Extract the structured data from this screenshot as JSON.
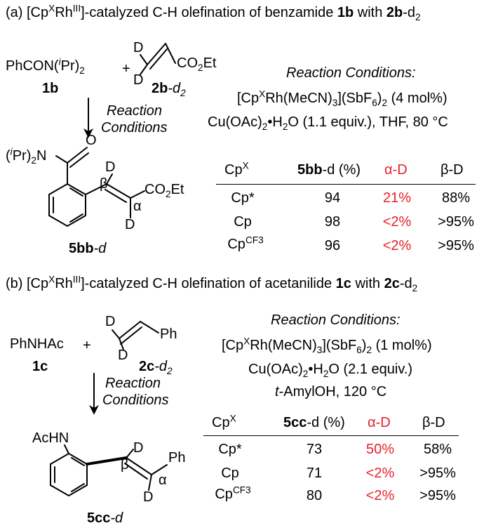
{
  "section_a": {
    "title_prefix": "(a) [Cp",
    "title_sup": "X",
    "title_mid": "Rh",
    "title_sup2": "III",
    "title_text": "]-catalyzed C-H olefination of benzamide ",
    "title_bold1": "1b",
    "title_with": " with ",
    "title_bold2": "2b",
    "title_suffix": "-d",
    "title_sub": "2",
    "reactant1_a": "PhCON(",
    "reactant1_i": "i",
    "reactant1_b": "Pr)",
    "reactant1_sub": "2",
    "reactant1_label": "1b",
    "plus": "+",
    "reactant2_d_top": "D",
    "reactant2_d_bottom": "D",
    "reactant2_group": "CO",
    "reactant2_group_sub": "2",
    "reactant2_group_tail": "Et",
    "reactant2_label": "2b",
    "reactant2_label_suffix": "-d",
    "reactant2_label_sub": "2",
    "arrow_label_1": "Reaction",
    "arrow_label_2": "Conditions",
    "cond_title": "Reaction Conditions:",
    "cond_line1_a": "[Cp",
    "cond_line1_sup": "X",
    "cond_line1_b": "Rh(MeCN)",
    "cond_line1_sub": "3",
    "cond_line1_c": "](SbF",
    "cond_line1_sub2": "6",
    "cond_line1_d": ")",
    "cond_line1_sub3": "2",
    "cond_line1_e": " (4 mol%)",
    "cond_line2_a": "Cu(OAc)",
    "cond_line2_sub": "2",
    "cond_line2_b": "•H",
    "cond_line2_sub2": "2",
    "cond_line2_c": "O (1.1 equiv.), THF, 80 °C",
    "product_amide_a": "(",
    "product_amide_i": "i",
    "product_amide_b": "Pr)",
    "product_amide_sub": "2",
    "product_amide_c": "N",
    "product_o": "O",
    "product_d_top": "D",
    "product_d_bottom": "D",
    "product_beta": "β",
    "product_alpha": "α",
    "product_group": "CO",
    "product_group_sub": "2",
    "product_group_tail": "Et",
    "product_label": "5bb",
    "product_label_suffix": "-d",
    "table": {
      "h_cp": "Cp",
      "h_cp_sup": "X",
      "h_yield_bold": "5bb",
      "h_yield_rest": "-d (%)",
      "h_alpha": "α-D",
      "h_beta": "β-D",
      "rows": [
        {
          "cp": "Cp*",
          "cp_sup": "",
          "yield": "94",
          "alpha": "21%",
          "beta": "88%"
        },
        {
          "cp": "Cp",
          "cp_sup": "",
          "yield": "98",
          "alpha": "<2%",
          "beta": ">95%"
        },
        {
          "cp": "Cp",
          "cp_sup": "CF3",
          "yield": "96",
          "alpha": "<2%",
          "beta": ">95%"
        }
      ]
    }
  },
  "section_b": {
    "title_prefix": "(b) [Cp",
    "title_sup": "X",
    "title_mid": "Rh",
    "title_sup2": "III",
    "title_text": "]-catalyzed C-H olefination of acetanilide ",
    "title_bold1": "1c",
    "title_with": " with ",
    "title_bold2": "2c",
    "title_suffix": "-d",
    "title_sub": "2",
    "reactant1": "PhNHAc",
    "reactant1_label": "1c",
    "plus": "+",
    "reactant2_d_top": "D",
    "reactant2_d_bottom": "D",
    "reactant2_group": "Ph",
    "reactant2_label": "2c",
    "reactant2_label_suffix": "-d",
    "reactant2_label_sub": "2",
    "arrow_label_1": "Reaction",
    "arrow_label_2": "Conditions",
    "cond_title": "Reaction Conditions:",
    "cond_line1_a": "[Cp",
    "cond_line1_sup": "X",
    "cond_line1_b": "Rh(MeCN)",
    "cond_line1_sub": "3",
    "cond_line1_c": "](SbF",
    "cond_line1_sub2": "6",
    "cond_line1_d": ")",
    "cond_line1_sub3": "2",
    "cond_line1_e": " (1 mol%)",
    "cond_line2_a": "Cu(OAc)",
    "cond_line2_sub": "2",
    "cond_line2_b": "•H",
    "cond_line2_sub2": "2",
    "cond_line2_c": "O (2.1 equiv.)",
    "cond_line3_i": "t",
    "cond_line3_rest": "-AmylOH, 120 °C",
    "product_amide": "AcHN",
    "product_d_top": "D",
    "product_d_bottom": "D",
    "product_beta": "β",
    "product_alpha": "α",
    "product_group": "Ph",
    "product_label": "5cc",
    "product_label_suffix": "-d",
    "table": {
      "h_cp": "Cp",
      "h_cp_sup": "X",
      "h_yield_bold": "5cc",
      "h_yield_rest": "-d (%)",
      "h_alpha": "α-D",
      "h_beta": "β-D",
      "rows": [
        {
          "cp": "Cp*",
          "cp_sup": "",
          "yield": "73",
          "alpha": "50%",
          "beta": "58%"
        },
        {
          "cp": "Cp",
          "cp_sup": "",
          "yield": "71",
          "alpha": "<2%",
          "beta": ">95%"
        },
        {
          "cp": "Cp",
          "cp_sup": "CF3",
          "yield": "80",
          "alpha": "<2%",
          "beta": ">95%"
        }
      ]
    }
  },
  "colors": {
    "text": "#000000",
    "highlight": "#e8202a"
  }
}
